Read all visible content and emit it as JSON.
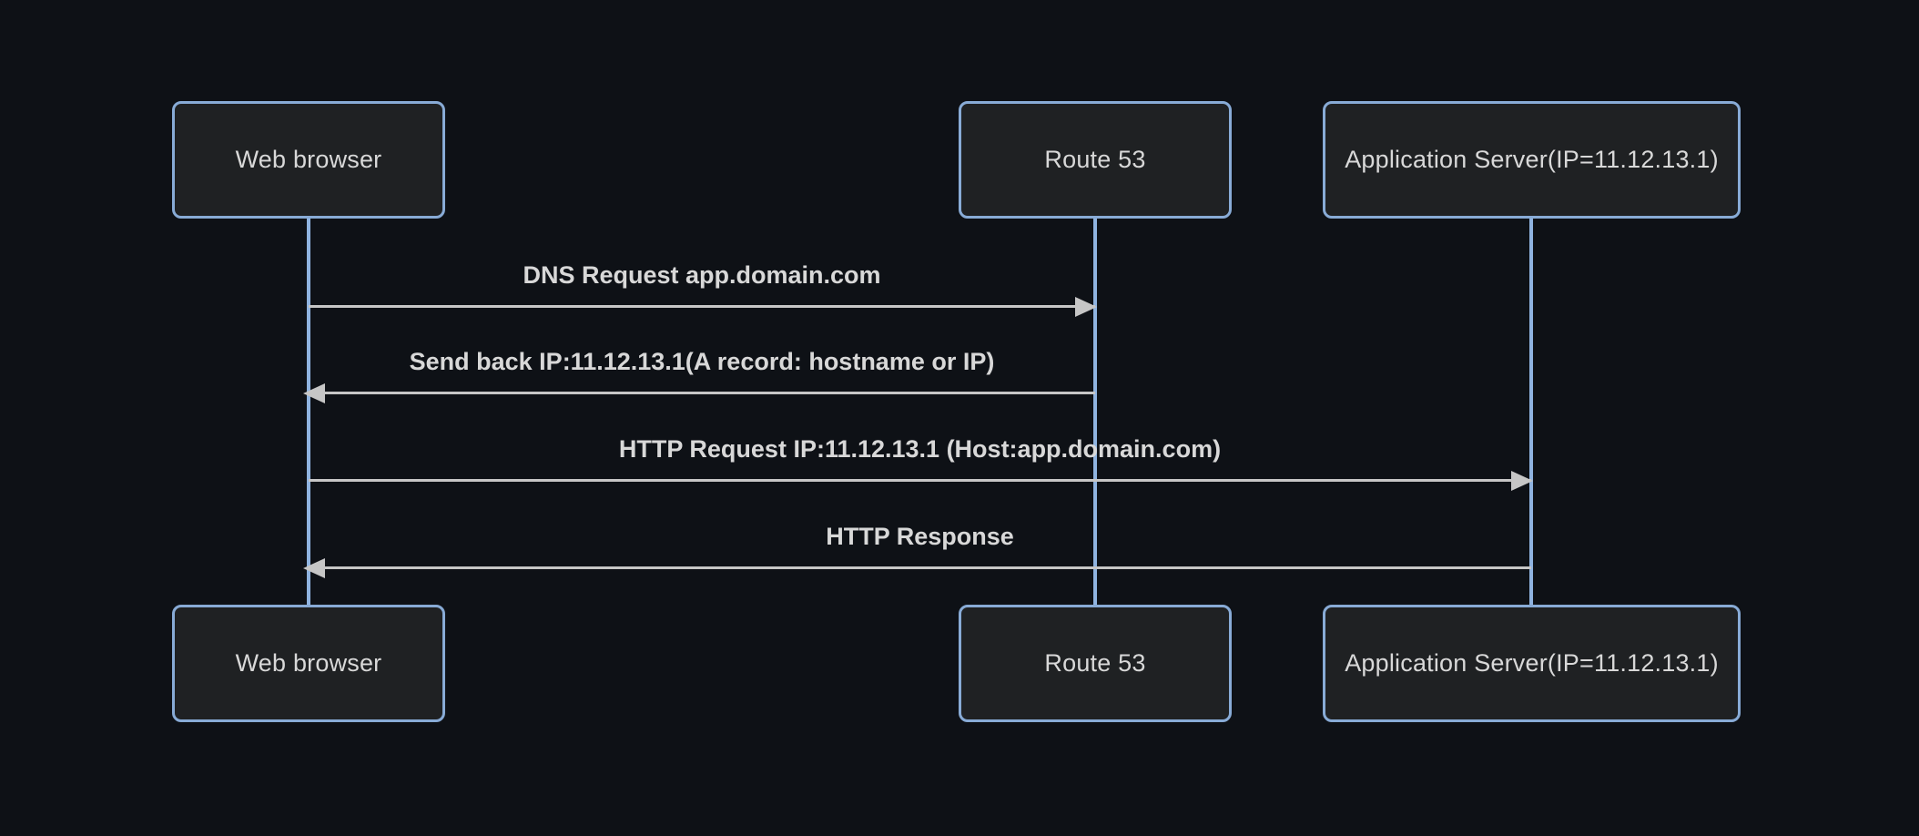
{
  "diagram": {
    "type": "sequence",
    "actors": [
      {
        "id": "web-browser",
        "label": "Web browser"
      },
      {
        "id": "route-53",
        "label": "Route 53"
      },
      {
        "id": "application-server",
        "label": "Application Server(IP=11.12.13.1)"
      }
    ],
    "messages": [
      {
        "from": "web-browser",
        "to": "route-53",
        "direction": "right",
        "label": "DNS Request app.domain.com"
      },
      {
        "from": "route-53",
        "to": "web-browser",
        "direction": "left",
        "label": "Send back IP:11.12.13.1(A record: hostname or IP)"
      },
      {
        "from": "web-browser",
        "to": "application-server",
        "direction": "right",
        "label": "HTTP Request IP:11.12.13.1 (Host:app.domain.com)"
      },
      {
        "from": "application-server",
        "to": "web-browser",
        "direction": "left",
        "label": "HTTP Response"
      }
    ]
  },
  "colors": {
    "background": "#0e1116",
    "box-fill": "#1f2123",
    "box-border": "#88abd6",
    "lifeline": "#8fb3e0",
    "arrow": "#c6c6c6",
    "text": "#d8d8d8"
  }
}
